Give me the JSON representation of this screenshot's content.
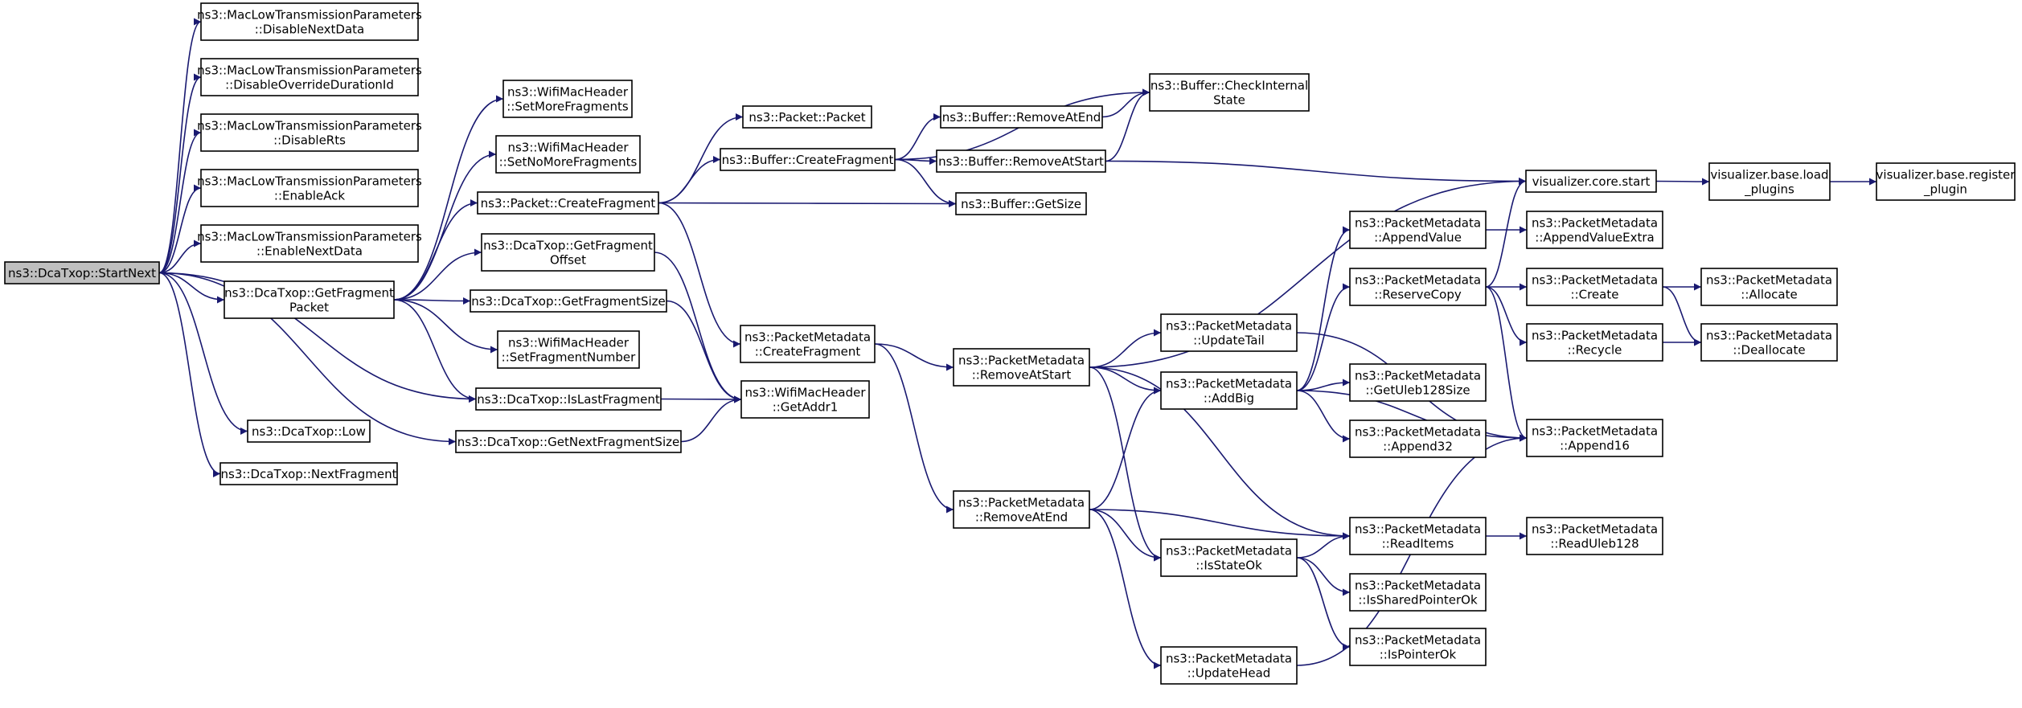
{
  "graph": {
    "edge_color": "#191970",
    "root_fill": "#bfbfbf",
    "nodes": [
      {
        "id": "startnext",
        "lines": [
          "ns3::DcaTxop::StartNext"
        ],
        "root": true,
        "interactable": true
      },
      {
        "id": "disablenextdata",
        "lines": [
          "ns3::MacLowTransmissionParameters",
          "::DisableNextData"
        ]
      },
      {
        "id": "disableoverride",
        "lines": [
          "ns3::MacLowTransmissionParameters",
          "::DisableOverrideDurationId"
        ]
      },
      {
        "id": "disablerts",
        "lines": [
          "ns3::MacLowTransmissionParameters",
          "::DisableRts"
        ]
      },
      {
        "id": "enableack",
        "lines": [
          "ns3::MacLowTransmissionParameters",
          "::EnableAck"
        ]
      },
      {
        "id": "enablenextdata",
        "lines": [
          "ns3::MacLowTransmissionParameters",
          "::EnableNextData"
        ]
      },
      {
        "id": "getfragmentpacket",
        "lines": [
          "ns3::DcaTxop::GetFragment",
          "Packet"
        ]
      },
      {
        "id": "low",
        "lines": [
          "ns3::DcaTxop::Low"
        ]
      },
      {
        "id": "nextfragment",
        "lines": [
          "ns3::DcaTxop::NextFragment"
        ]
      },
      {
        "id": "setmorefragments",
        "lines": [
          "ns3::WifiMacHeader",
          "::SetMoreFragments"
        ]
      },
      {
        "id": "setnomorefragments",
        "lines": [
          "ns3::WifiMacHeader",
          "::SetNoMoreFragments"
        ]
      },
      {
        "id": "packetcreatefragment",
        "lines": [
          "ns3::Packet::CreateFragment"
        ]
      },
      {
        "id": "getfragmentoffset",
        "lines": [
          "ns3::DcaTxop::GetFragment",
          "Offset"
        ]
      },
      {
        "id": "getfragmentsize",
        "lines": [
          "ns3::DcaTxop::GetFragmentSize"
        ]
      },
      {
        "id": "setfragmentnumber",
        "lines": [
          "ns3::WifiMacHeader",
          "::SetFragmentNumber"
        ]
      },
      {
        "id": "islastfragment",
        "lines": [
          "ns3::DcaTxop::IsLastFragment"
        ]
      },
      {
        "id": "getnextfragmentsize",
        "lines": [
          "ns3::DcaTxop::GetNextFragmentSize"
        ]
      },
      {
        "id": "packetpacket",
        "lines": [
          "ns3::Packet::Packet"
        ]
      },
      {
        "id": "buffercreatefragment",
        "lines": [
          "ns3::Buffer::CreateFragment"
        ]
      },
      {
        "id": "pmcreatefragment",
        "lines": [
          "ns3::PacketMetadata",
          "::CreateFragment"
        ]
      },
      {
        "id": "getaddr1",
        "lines": [
          "ns3::WifiMacHeader",
          "::GetAddr1"
        ]
      },
      {
        "id": "removeatend",
        "lines": [
          "ns3::Buffer::RemoveAtEnd"
        ]
      },
      {
        "id": "removeatstart",
        "lines": [
          "ns3::Buffer::RemoveAtStart"
        ]
      },
      {
        "id": "getsize",
        "lines": [
          "ns3::Buffer::GetSize"
        ]
      },
      {
        "id": "checkinternalstate",
        "lines": [
          "ns3::Buffer::CheckInternal",
          "State"
        ]
      },
      {
        "id": "pmremoveatstart",
        "lines": [
          "ns3::PacketMetadata",
          "::RemoveAtStart"
        ]
      },
      {
        "id": "pmremoveatend",
        "lines": [
          "ns3::PacketMetadata",
          "::RemoveAtEnd"
        ]
      },
      {
        "id": "updatetail",
        "lines": [
          "ns3::PacketMetadata",
          "::UpdateTail"
        ]
      },
      {
        "id": "addbig",
        "lines": [
          "ns3::PacketMetadata",
          "::AddBig"
        ]
      },
      {
        "id": "isstateok",
        "lines": [
          "ns3::PacketMetadata",
          "::IsStateOk"
        ]
      },
      {
        "id": "updatehead",
        "lines": [
          "ns3::PacketMetadata",
          "::UpdateHead"
        ]
      },
      {
        "id": "appendvalue",
        "lines": [
          "ns3::PacketMetadata",
          "::AppendValue"
        ]
      },
      {
        "id": "reservecopy",
        "lines": [
          "ns3::PacketMetadata",
          "::ReserveCopy"
        ]
      },
      {
        "id": "getuleb128size",
        "lines": [
          "ns3::PacketMetadata",
          "::GetUleb128Size"
        ]
      },
      {
        "id": "append32",
        "lines": [
          "ns3::PacketMetadata",
          "::Append32"
        ]
      },
      {
        "id": "readitems",
        "lines": [
          "ns3::PacketMetadata",
          "::ReadItems"
        ]
      },
      {
        "id": "issharedpointerok",
        "lines": [
          "ns3::PacketMetadata",
          "::IsSharedPointerOk"
        ]
      },
      {
        "id": "ispointerok",
        "lines": [
          "ns3::PacketMetadata",
          "::IsPointerOk"
        ]
      },
      {
        "id": "corestart",
        "lines": [
          "visualizer.core.start"
        ]
      },
      {
        "id": "appendvalueextra",
        "lines": [
          "ns3::PacketMetadata",
          "::AppendValueExtra"
        ]
      },
      {
        "id": "create",
        "lines": [
          "ns3::PacketMetadata",
          "::Create"
        ]
      },
      {
        "id": "recycle",
        "lines": [
          "ns3::PacketMetadata",
          "::Recycle"
        ]
      },
      {
        "id": "append16",
        "lines": [
          "ns3::PacketMetadata",
          "::Append16"
        ]
      },
      {
        "id": "readuleb128",
        "lines": [
          "ns3::PacketMetadata",
          "::ReadUleb128"
        ]
      },
      {
        "id": "loadplugins",
        "lines": [
          "visualizer.base.load",
          "_plugins"
        ]
      },
      {
        "id": "allocate",
        "lines": [
          "ns3::PacketMetadata",
          "::Allocate"
        ]
      },
      {
        "id": "deallocate",
        "lines": [
          "ns3::PacketMetadata",
          "::Deallocate"
        ]
      },
      {
        "id": "registerplugin",
        "lines": [
          "visualizer.base.register",
          "_plugin"
        ]
      }
    ],
    "edges": [
      [
        "startnext",
        "disablenextdata"
      ],
      [
        "startnext",
        "disableoverride"
      ],
      [
        "startnext",
        "disablerts"
      ],
      [
        "startnext",
        "enableack"
      ],
      [
        "startnext",
        "enablenextdata"
      ],
      [
        "startnext",
        "getfragmentpacket"
      ],
      [
        "startnext",
        "islastfragment"
      ],
      [
        "startnext",
        "getnextfragmentsize"
      ],
      [
        "startnext",
        "low"
      ],
      [
        "startnext",
        "nextfragment"
      ],
      [
        "getfragmentpacket",
        "setmorefragments"
      ],
      [
        "getfragmentpacket",
        "setnomorefragments"
      ],
      [
        "getfragmentpacket",
        "packetcreatefragment"
      ],
      [
        "getfragmentpacket",
        "getfragmentoffset"
      ],
      [
        "getfragmentpacket",
        "getfragmentsize"
      ],
      [
        "getfragmentpacket",
        "setfragmentnumber"
      ],
      [
        "getfragmentpacket",
        "islastfragment"
      ],
      [
        "packetcreatefragment",
        "packetpacket"
      ],
      [
        "packetcreatefragment",
        "buffercreatefragment"
      ],
      [
        "packetcreatefragment",
        "getsize"
      ],
      [
        "packetcreatefragment",
        "pmcreatefragment"
      ],
      [
        "getfragmentoffset",
        "getaddr1"
      ],
      [
        "getfragmentsize",
        "getaddr1"
      ],
      [
        "islastfragment",
        "getaddr1"
      ],
      [
        "getnextfragmentsize",
        "getaddr1"
      ],
      [
        "buffercreatefragment",
        "checkinternalstate"
      ],
      [
        "buffercreatefragment",
        "removeatend"
      ],
      [
        "buffercreatefragment",
        "removeatstart"
      ],
      [
        "buffercreatefragment",
        "getsize"
      ],
      [
        "removeatend",
        "checkinternalstate"
      ],
      [
        "removeatstart",
        "checkinternalstate"
      ],
      [
        "removeatstart",
        "corestart"
      ],
      [
        "pmcreatefragment",
        "pmremoveatstart"
      ],
      [
        "pmcreatefragment",
        "pmremoveatend"
      ],
      [
        "pmremoveatstart",
        "corestart"
      ],
      [
        "pmremoveatstart",
        "updatetail"
      ],
      [
        "pmremoveatstart",
        "addbig"
      ],
      [
        "pmremoveatstart",
        "isstateok"
      ],
      [
        "pmremoveatstart",
        "readitems"
      ],
      [
        "pmremoveatend",
        "addbig"
      ],
      [
        "pmremoveatend",
        "readitems"
      ],
      [
        "pmremoveatend",
        "isstateok"
      ],
      [
        "pmremoveatend",
        "updatehead"
      ],
      [
        "updatetail",
        "append16"
      ],
      [
        "addbig",
        "appendvalue"
      ],
      [
        "addbig",
        "reservecopy"
      ],
      [
        "addbig",
        "getuleb128size"
      ],
      [
        "addbig",
        "append32"
      ],
      [
        "addbig",
        "append16"
      ],
      [
        "isstateok",
        "readitems"
      ],
      [
        "isstateok",
        "issharedpointerok"
      ],
      [
        "isstateok",
        "ispointerok"
      ],
      [
        "updatehead",
        "append16"
      ],
      [
        "appendvalue",
        "appendvalueextra"
      ],
      [
        "reservecopy",
        "corestart"
      ],
      [
        "reservecopy",
        "create"
      ],
      [
        "reservecopy",
        "recycle"
      ],
      [
        "reservecopy",
        "append16"
      ],
      [
        "readitems",
        "readuleb128"
      ],
      [
        "corestart",
        "loadplugins"
      ],
      [
        "loadplugins",
        "registerplugin"
      ],
      [
        "create",
        "allocate"
      ],
      [
        "create",
        "deallocate"
      ],
      [
        "recycle",
        "deallocate"
      ]
    ]
  }
}
